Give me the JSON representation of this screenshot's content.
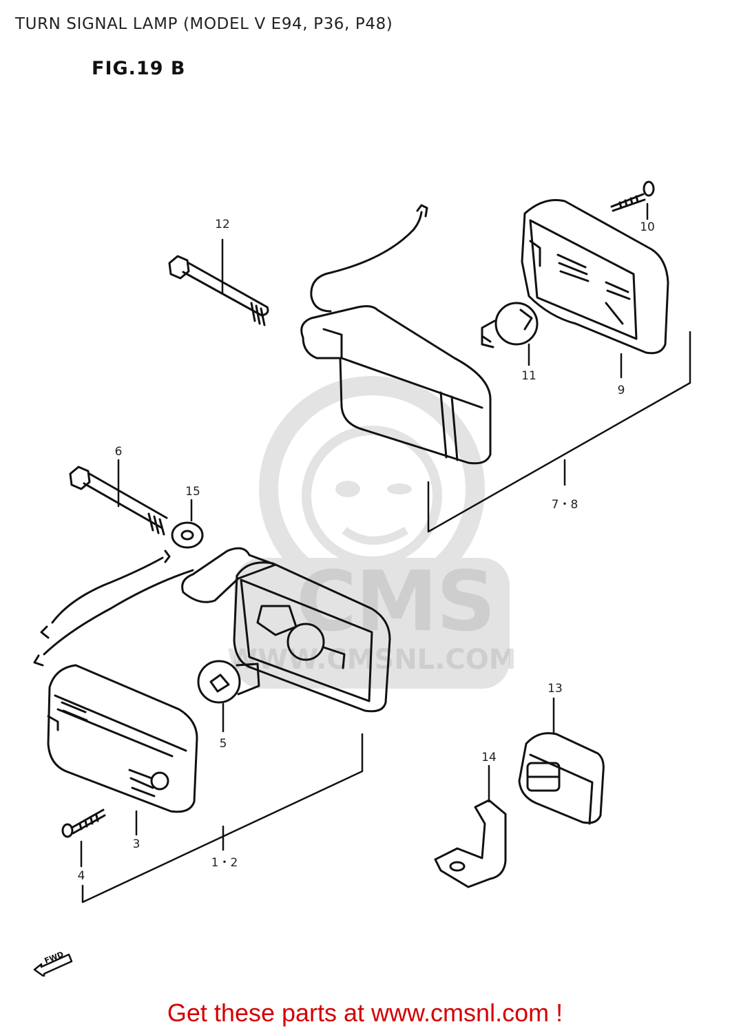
{
  "header": {
    "title": "TURN SIGNAL LAMP (MODEL V E94, P36, P48)",
    "figure": "FIG.19 B"
  },
  "parts": [
    {
      "key": "p12",
      "label": "12"
    },
    {
      "key": "p10",
      "label": "10"
    },
    {
      "key": "p11",
      "label": "11"
    },
    {
      "key": "p9",
      "label": "9"
    },
    {
      "key": "p78",
      "label": "7・8"
    },
    {
      "key": "p6",
      "label": "6"
    },
    {
      "key": "p15",
      "label": "15"
    },
    {
      "key": "p5",
      "label": "5"
    },
    {
      "key": "p13",
      "label": "13"
    },
    {
      "key": "p14",
      "label": "14"
    },
    {
      "key": "p3",
      "label": "3"
    },
    {
      "key": "p4",
      "label": "4"
    },
    {
      "key": "p12b",
      "label": "1・2"
    }
  ],
  "fwd": "FWD",
  "watermark": {
    "brand": "CMS",
    "url": "WWW.CMSNL.COM"
  },
  "footer": {
    "link_text": "Get these parts at www.cmsnl.com !"
  },
  "colors": {
    "line": "#111111",
    "link": "#d40000",
    "watermark": "#9a9a9a"
  }
}
